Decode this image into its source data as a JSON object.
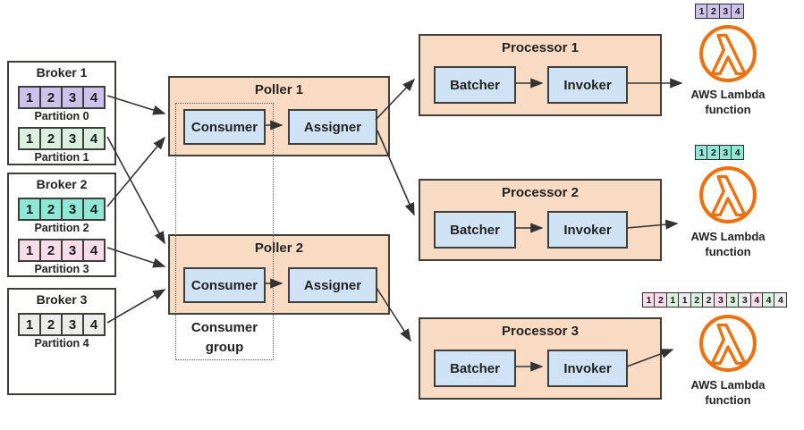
{
  "colors": {
    "purple": "#cdc2ec",
    "mint": "#d9f1de",
    "teal": "#8fe7d5",
    "pink": "#f9dcea",
    "gray": "#ededed",
    "peach": "#f8dbc2",
    "blue": "#cfe3f4",
    "border_dark": "#3e3e3b",
    "arrow": "#333333",
    "lambda_orange": "#ec7211",
    "text": "#232323"
  },
  "brokers": [
    {
      "title": "Broker 1",
      "partitions": [
        {
          "label": "Partition 0",
          "cells": [
            {
              "t": "1",
              "c": "purple"
            },
            {
              "t": "2",
              "c": "purple"
            },
            {
              "t": "3",
              "c": "purple"
            },
            {
              "t": "4",
              "c": "purple"
            }
          ]
        },
        {
          "label": "Partition 1",
          "cells": [
            {
              "t": "1",
              "c": "mint"
            },
            {
              "t": "2",
              "c": "mint"
            },
            {
              "t": "3",
              "c": "mint"
            },
            {
              "t": "4",
              "c": "mint"
            }
          ]
        }
      ]
    },
    {
      "title": "Broker 2",
      "partitions": [
        {
          "label": "Partition 2",
          "cells": [
            {
              "t": "1",
              "c": "teal"
            },
            {
              "t": "2",
              "c": "teal"
            },
            {
              "t": "3",
              "c": "teal"
            },
            {
              "t": "4",
              "c": "teal"
            }
          ]
        },
        {
          "label": "Partition 3",
          "cells": [
            {
              "t": "1",
              "c": "pink"
            },
            {
              "t": "2",
              "c": "pink"
            },
            {
              "t": "3",
              "c": "pink"
            },
            {
              "t": "4",
              "c": "pink"
            }
          ]
        }
      ]
    },
    {
      "title": "Broker 3",
      "partitions": [
        {
          "label": "Partition 4",
          "cells": [
            {
              "t": "1",
              "c": "gray"
            },
            {
              "t": "2",
              "c": "gray"
            },
            {
              "t": "3",
              "c": "gray"
            },
            {
              "t": "4",
              "c": "gray"
            }
          ]
        }
      ]
    }
  ],
  "pollers": [
    {
      "title": "Poller 1",
      "consumer": "Consumer",
      "assigner": "Assigner"
    },
    {
      "title": "Poller 2",
      "consumer": "Consumer",
      "assigner": "Assigner"
    }
  ],
  "consumer_group_label": "Consumer group",
  "processors": [
    {
      "title": "Processor 1",
      "batcher": "Batcher",
      "invoker": "Invoker"
    },
    {
      "title": "Processor 2",
      "batcher": "Batcher",
      "invoker": "Invoker"
    },
    {
      "title": "Processor 3",
      "batcher": "Batcher",
      "invoker": "Invoker"
    }
  ],
  "lambdas": [
    {
      "label": "AWS Lambda function",
      "strip": [
        {
          "t": "1",
          "c": "purple"
        },
        {
          "t": "2",
          "c": "purple"
        },
        {
          "t": "3",
          "c": "purple"
        },
        {
          "t": "4",
          "c": "purple"
        }
      ]
    },
    {
      "label": "AWS Lambda function",
      "strip": [
        {
          "t": "1",
          "c": "teal"
        },
        {
          "t": "2",
          "c": "teal"
        },
        {
          "t": "3",
          "c": "teal"
        },
        {
          "t": "4",
          "c": "teal"
        }
      ]
    },
    {
      "label": "AWS Lambda function",
      "strip": [
        {
          "t": "1",
          "c": "pink"
        },
        {
          "t": "2",
          "c": "pink"
        },
        {
          "t": "1",
          "c": "mint"
        },
        {
          "t": "1",
          "c": "gray"
        },
        {
          "t": "2",
          "c": "mint"
        },
        {
          "t": "2",
          "c": "gray"
        },
        {
          "t": "3",
          "c": "pink"
        },
        {
          "t": "3",
          "c": "mint"
        },
        {
          "t": "3",
          "c": "gray"
        },
        {
          "t": "4",
          "c": "pink"
        },
        {
          "t": "4",
          "c": "mint"
        },
        {
          "t": "4",
          "c": "gray"
        }
      ]
    }
  ]
}
